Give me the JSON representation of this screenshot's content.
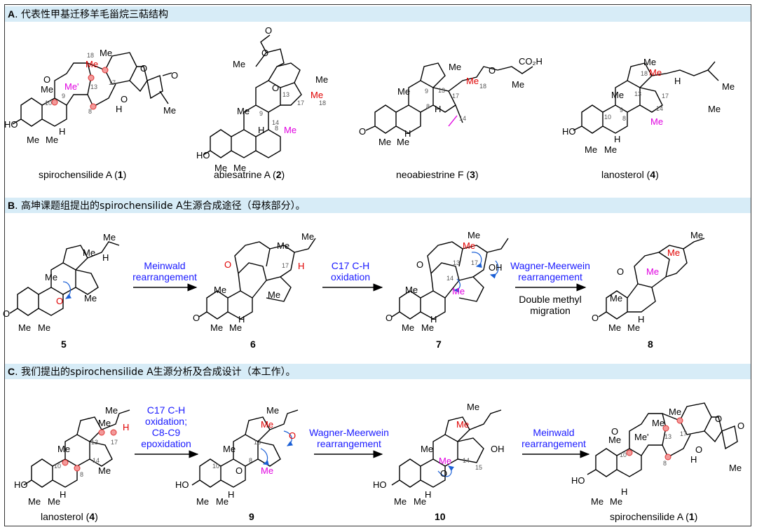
{
  "sections": {
    "a": {
      "letter": "A",
      "title": ". 代表性甲基迁移羊毛甾烷三萜结构"
    },
    "b": {
      "letter": "B",
      "title": ". 高坤课题组提出的spirochensilide A生源合成途径（母核部分）。"
    },
    "c": {
      "letter": "C",
      "title": ". 我们提出的spirochensilide A生源分析及合成设计（本工作）。"
    }
  },
  "compounds_a": [
    {
      "name": "spirochensilide A (",
      "num": "1",
      "close": ")"
    },
    {
      "name": "abiesatrine A (",
      "num": "2",
      "close": ")"
    },
    {
      "name": "neoabiestrine F (",
      "num": "3",
      "close": ")"
    },
    {
      "name": "lanosterol (",
      "num": "4",
      "close": ")"
    }
  ],
  "numbers_b": [
    "5",
    "6",
    "7",
    "8"
  ],
  "arrows_b": [
    {
      "lines": [
        "Meinwald",
        "rearrangement"
      ]
    },
    {
      "lines": [
        "C17 C-H",
        "oxidation"
      ]
    },
    {
      "lines": [
        "Wagner-Meerwein",
        "rearrangement"
      ],
      "below": [
        "Double methyl",
        "migration"
      ]
    }
  ],
  "compounds_c": [
    {
      "name": "lanosterol (",
      "num": "4",
      "close": ")"
    },
    {
      "name": "",
      "num": "9",
      "close": ""
    },
    {
      "name": "",
      "num": "10",
      "close": ""
    },
    {
      "name": "spirochensilide A (",
      "num": "1",
      "close": ")"
    }
  ],
  "arrows_c": [
    {
      "lines": [
        "C17 C-H",
        "oxidation;",
        "C8-C9",
        "epoxidation"
      ]
    },
    {
      "lines": [
        "Wagner-Meerwein",
        "rearrangement"
      ]
    },
    {
      "lines": [
        "Meinwald",
        "rearrangement"
      ]
    }
  ],
  "atoms": {
    "me": "Me",
    "me_prime": "Me'",
    "h": "H",
    "o": "O",
    "ho": "HO",
    "oh": "OH",
    "co2h": "CO₂H",
    "n18": "18",
    "n17": "17",
    "n13": "13",
    "n10": "10",
    "n9": "9",
    "n8": "8",
    "n14": "14",
    "n15": "15"
  }
}
